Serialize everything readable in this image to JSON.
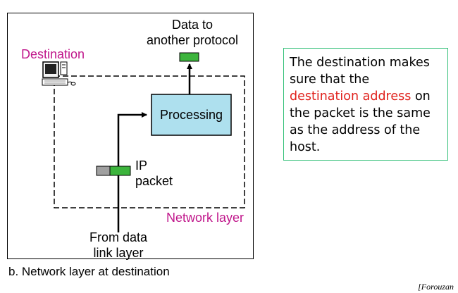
{
  "diagram": {
    "top_label": [
      "Data to",
      "another protocol"
    ],
    "destination_label": "Destination",
    "processing_label": "Processing",
    "packet_label": [
      "IP",
      "packet"
    ],
    "layer_label": "Network layer",
    "bottom_label": [
      "From data",
      "link layer"
    ],
    "caption": "b. Network layer at destination"
  },
  "note": {
    "text_before": "The destination makes sure that the ",
    "highlight": "destination address",
    "text_after": " on the packet is the same as the address of the host."
  },
  "source": "[Forouzan",
  "colors": {
    "accent_magenta": "#c0178b",
    "highlight_red": "#e0201b",
    "processing_fill": "#aee0ee",
    "packet_green": "#3cb43c",
    "packet_gray": "#a0a0a0",
    "note_border": "#35c07a"
  }
}
